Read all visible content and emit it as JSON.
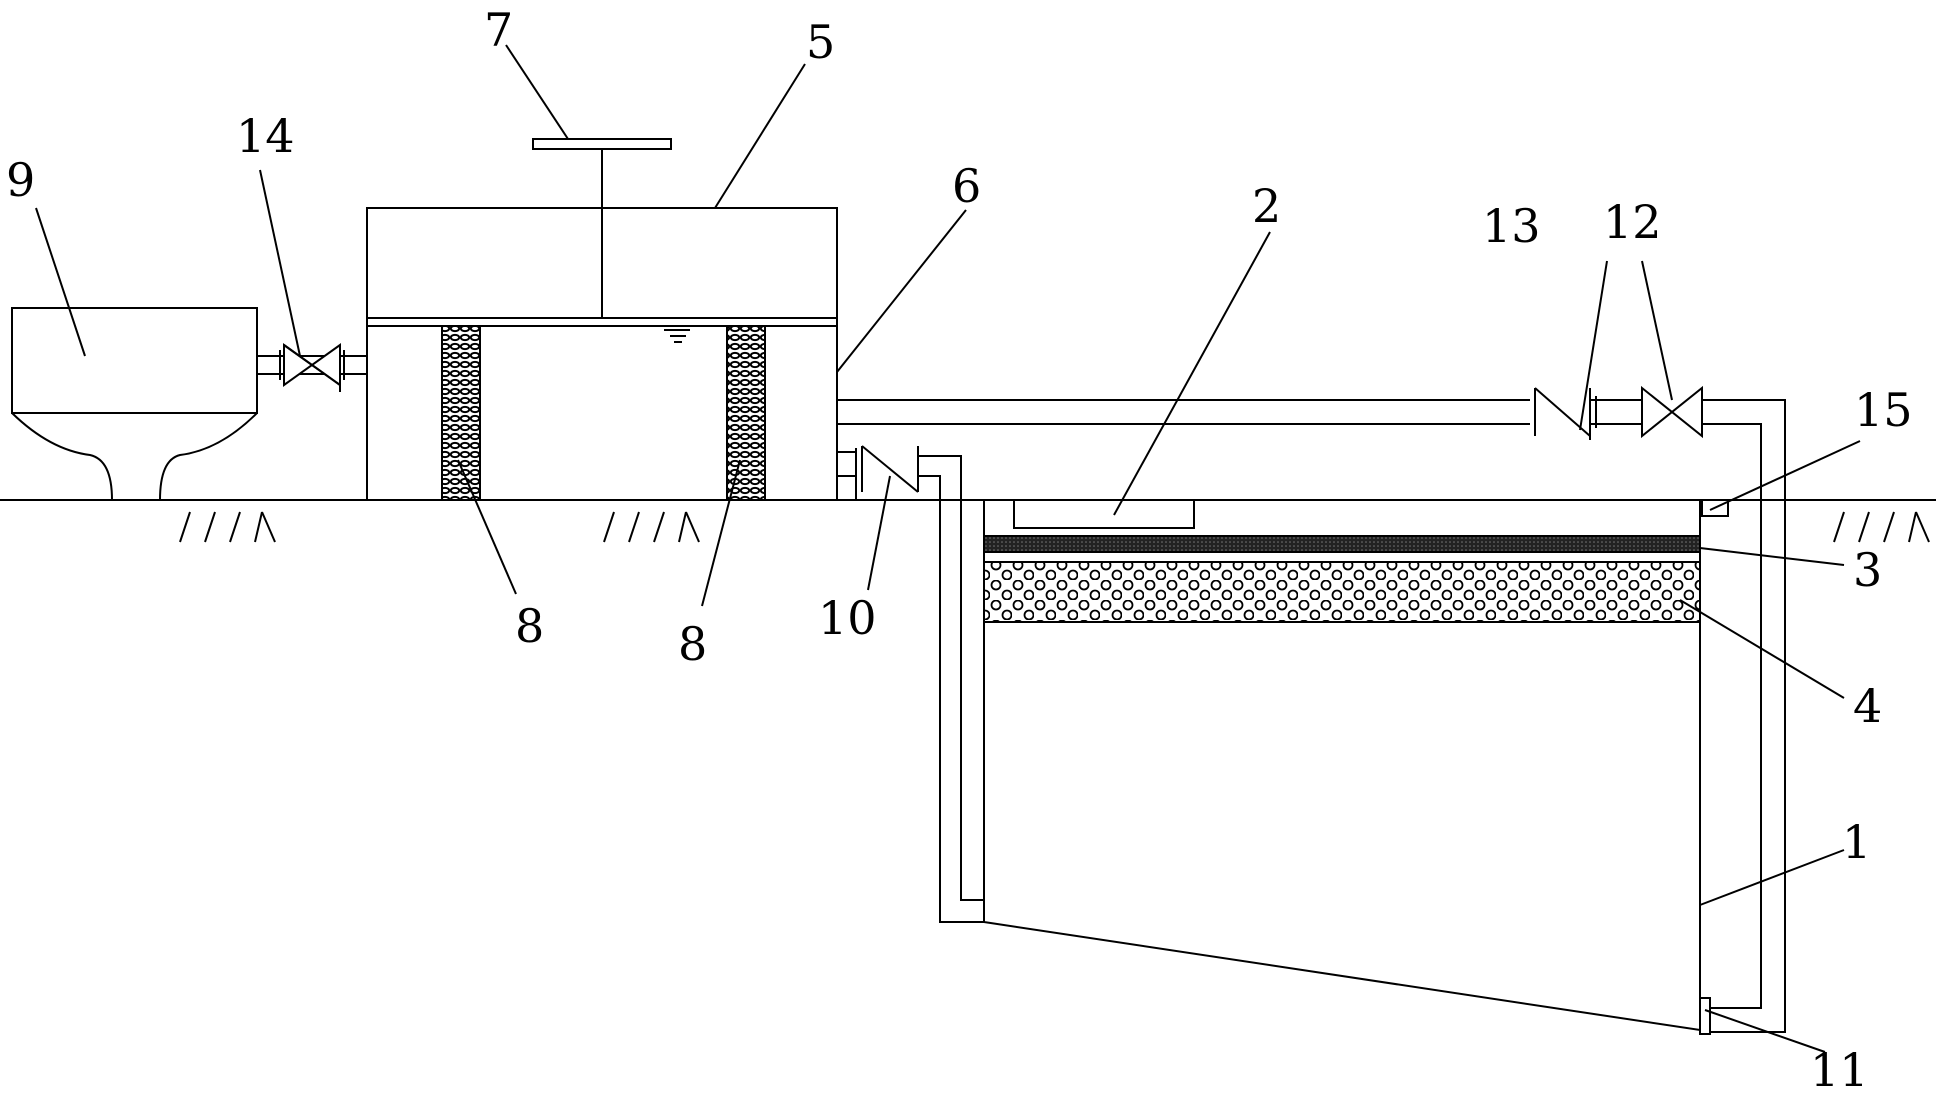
{
  "labels": {
    "l1": "1",
    "l2": "2",
    "l3": "3",
    "l4": "4",
    "l5": "5",
    "l6": "6",
    "l7": "7",
    "l8a": "8",
    "l8b": "8",
    "l9": "9",
    "l10": "10",
    "l11": "11",
    "l12": "12",
    "l13": "13",
    "l14": "14",
    "l15": "15"
  }
}
